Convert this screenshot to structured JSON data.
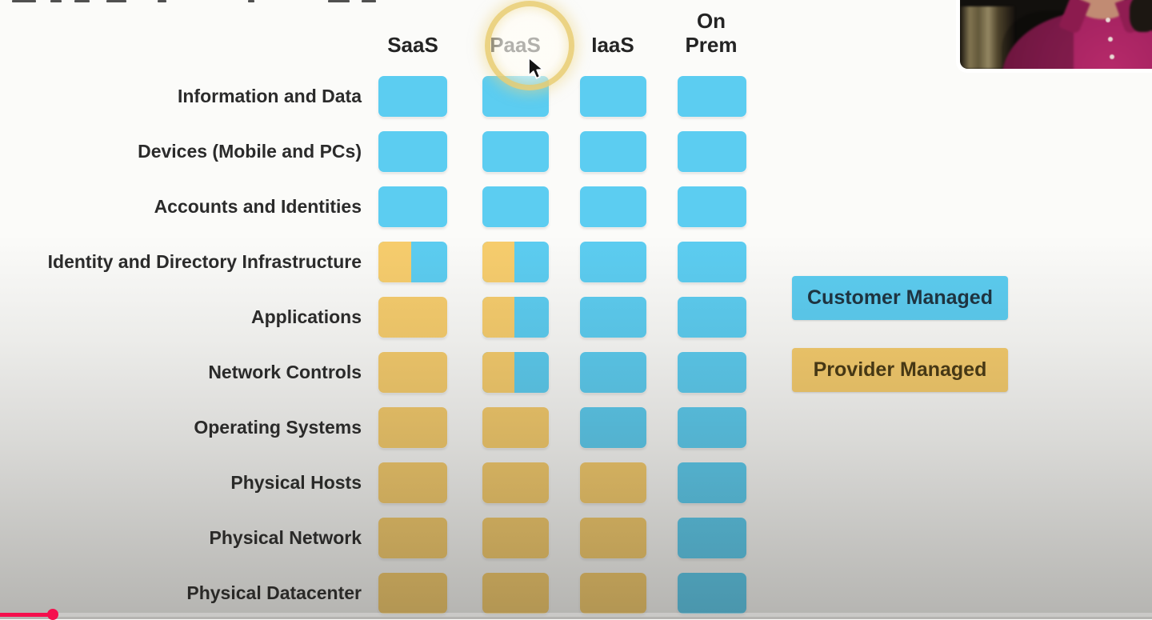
{
  "diagram": {
    "columns": [
      "SaaS",
      "PaaS",
      "IaaS",
      "On Prem"
    ],
    "rows": [
      {
        "label": "Information and Data",
        "cells": [
          "customer",
          "customer",
          "customer",
          "customer"
        ]
      },
      {
        "label": "Devices (Mobile and PCs)",
        "cells": [
          "customer",
          "customer",
          "customer",
          "customer"
        ]
      },
      {
        "label": "Accounts and Identities",
        "cells": [
          "customer",
          "customer",
          "customer",
          "customer"
        ]
      },
      {
        "label": "Identity and Directory Infrastructure",
        "cells": [
          "shared",
          "shared",
          "customer",
          "customer"
        ]
      },
      {
        "label": "Applications",
        "cells": [
          "provider",
          "shared",
          "customer",
          "customer"
        ]
      },
      {
        "label": "Network Controls",
        "cells": [
          "provider",
          "shared",
          "customer",
          "customer"
        ]
      },
      {
        "label": "Operating Systems",
        "cells": [
          "provider",
          "provider",
          "customer",
          "customer"
        ]
      },
      {
        "label": "Physical Hosts",
        "cells": [
          "provider",
          "provider",
          "provider",
          "customer"
        ]
      },
      {
        "label": "Physical Network",
        "cells": [
          "provider",
          "provider",
          "provider",
          "customer"
        ]
      },
      {
        "label": "Physical Datacenter",
        "cells": [
          "provider",
          "provider",
          "provider",
          "customer"
        ]
      }
    ],
    "legend": [
      {
        "label": "Customer Managed",
        "type": "customer"
      },
      {
        "label": "Provider Managed",
        "type": "provider"
      }
    ],
    "colors": {
      "customer": "#5ccdf1",
      "provider": "#f7cd6d"
    },
    "shared_split_provider_fraction": 0.48,
    "highlighted_column": "PaaS"
  },
  "player": {
    "progress_color": "#f50f4d"
  },
  "webcam": {
    "shirt_color": "#a32260"
  }
}
